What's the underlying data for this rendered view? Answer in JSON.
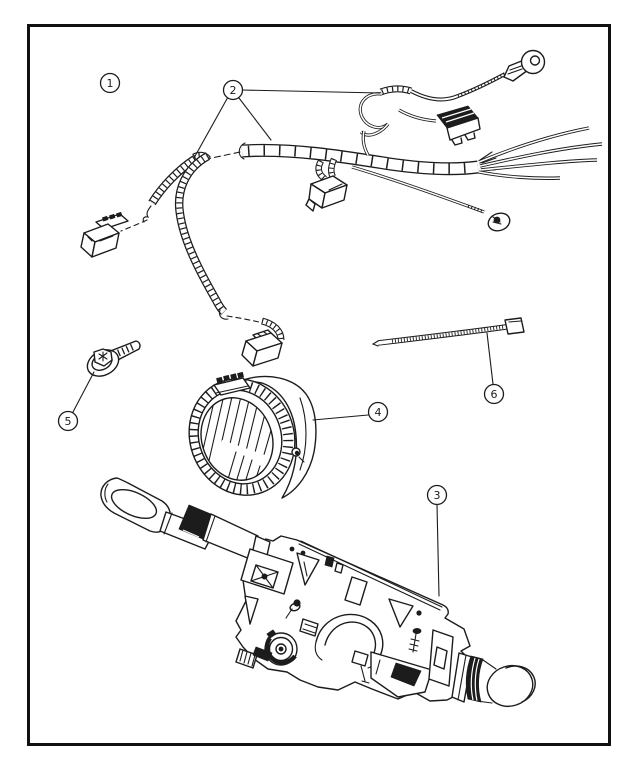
{
  "theme": {
    "paper": "#ffffff",
    "ink": "#1c1c1c",
    "frame": "#111111"
  },
  "diagram": {
    "kind": "exploded-parts-line-drawing",
    "callouts": [
      {
        "label": "1"
      },
      {
        "label": "2"
      },
      {
        "label": "3"
      },
      {
        "label": "4"
      },
      {
        "label": "5"
      },
      {
        "label": "6"
      }
    ]
  }
}
